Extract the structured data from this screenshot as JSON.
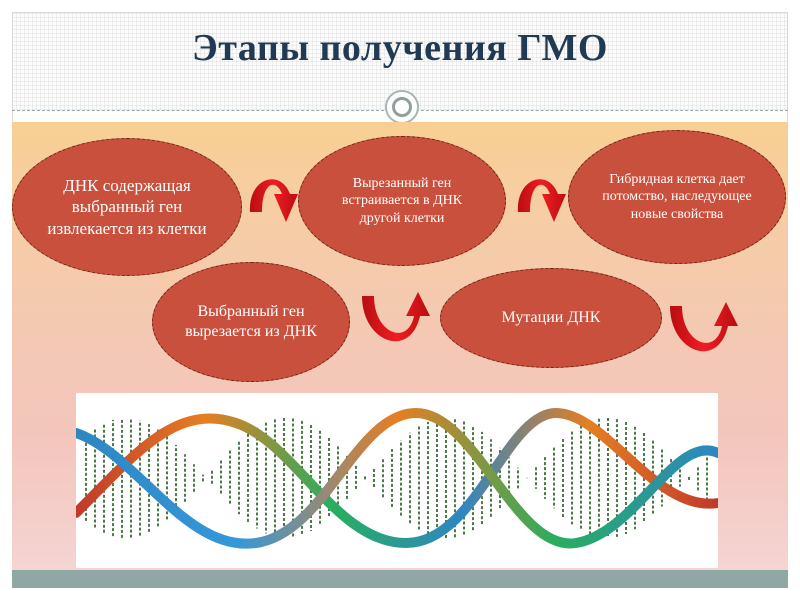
{
  "title": "Этапы получения ГМО",
  "nodes": {
    "step1": "ДНК содержащая выбранный ген извлекается из клетки",
    "step2": "Выбранный ген вырезается из ДНК",
    "step3": "Вырезанный ген встраивается в ДНК другой клетки",
    "step4": "Мутации ДНК",
    "step5": "Гибридная клетка дает потомство, наследующее новые свойства"
  },
  "colors": {
    "title": "#1f3a52",
    "node_fill": "#c8503d",
    "arrow": "#e0151b",
    "footer": "#8fa8a4"
  },
  "icons": [
    "curved-arrow-down-icon",
    "curved-arrow-up-icon",
    "dna-helix-image"
  ]
}
